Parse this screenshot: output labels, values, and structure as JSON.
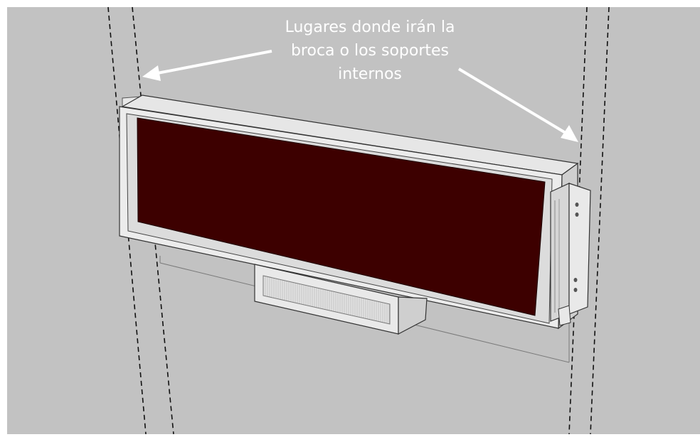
{
  "annotation": {
    "lines": [
      "Lugares donde irán la",
      "broca o los soportes",
      "internos"
    ]
  },
  "colors": {
    "background": "#c2c2c2",
    "frame": "#e4e4e4",
    "screen": "#3d0000",
    "dashes": "#111111",
    "arrow": "#ffffff"
  },
  "icons": [
    "arrow-left",
    "arrow-right"
  ]
}
